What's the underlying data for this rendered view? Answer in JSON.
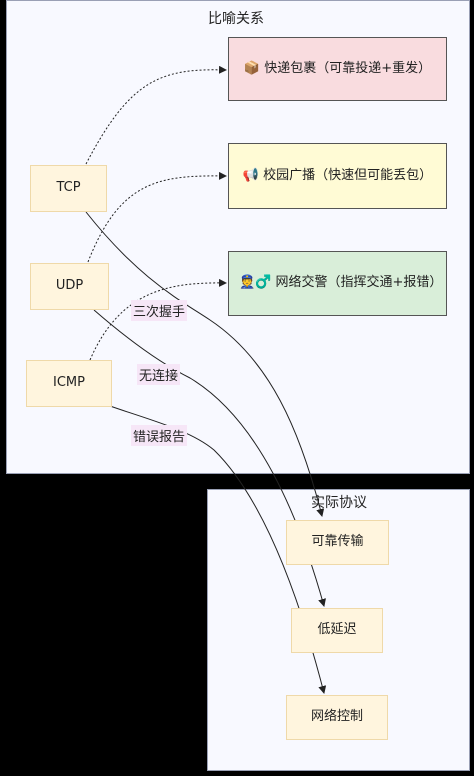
{
  "clusters": {
    "analogy": {
      "title": "比喻关系"
    },
    "actual": {
      "title": "实际协议"
    }
  },
  "protocols": [
    {
      "id": "tcp",
      "label": "TCP"
    },
    {
      "id": "udp",
      "label": "UDP"
    },
    {
      "id": "icmp",
      "label": "ICMP"
    }
  ],
  "metaphors": [
    {
      "id": "express",
      "label": "📦 快递包裹（可靠投递+重发）",
      "color": "#f9dcdf"
    },
    {
      "id": "broadcast",
      "label": "📢 校园广播（快速但可能丢包）",
      "color": "#fffbd5"
    },
    {
      "id": "traffic",
      "label": "👮♂️ 网络交警（指挥交通+报错）",
      "color": "#d9eed9"
    }
  ],
  "actual": [
    {
      "id": "reliable",
      "label": "可靠传输"
    },
    {
      "id": "lowlatency",
      "label": "低延迟"
    },
    {
      "id": "netcontrol",
      "label": "网络控制"
    }
  ],
  "edge_labels": {
    "tcp": "三次握手",
    "udp": "无连接",
    "icmp": "错误报告"
  },
  "colors": {
    "cluster_bg": "#f8f9ff",
    "protocol_fill": "#fff5de",
    "edge_label_bg": "#f6e6f7"
  }
}
